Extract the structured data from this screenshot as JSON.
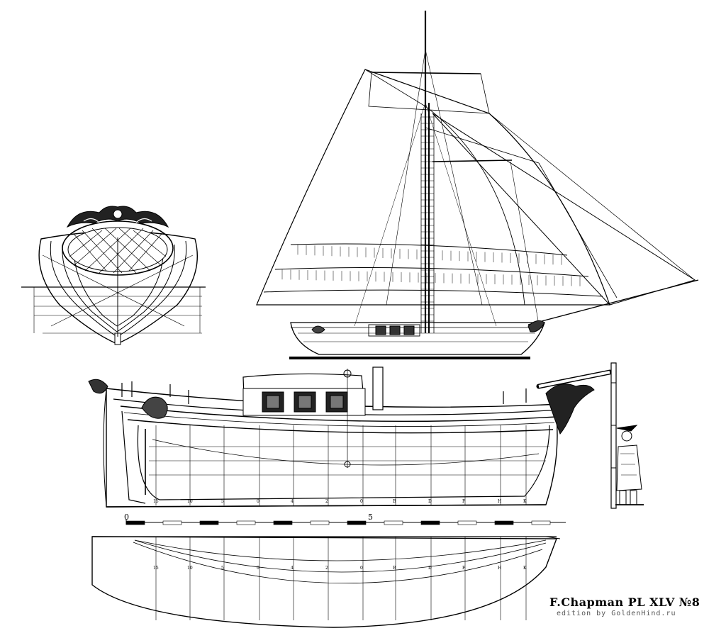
{
  "caption": {
    "title": "F.Chapman PL XLV №8",
    "subtitle": "edition by GoldenHind.ru"
  },
  "scale_bar": {
    "start_label": "0",
    "mid_label": "5"
  },
  "frame_labels": [
    "15",
    "10",
    "5",
    "0",
    "4",
    "2",
    "0",
    "B",
    "D",
    "F",
    "H",
    "K"
  ],
  "colors": {
    "ink": "#000000",
    "paper": "#ffffff",
    "faint": "#777777"
  }
}
